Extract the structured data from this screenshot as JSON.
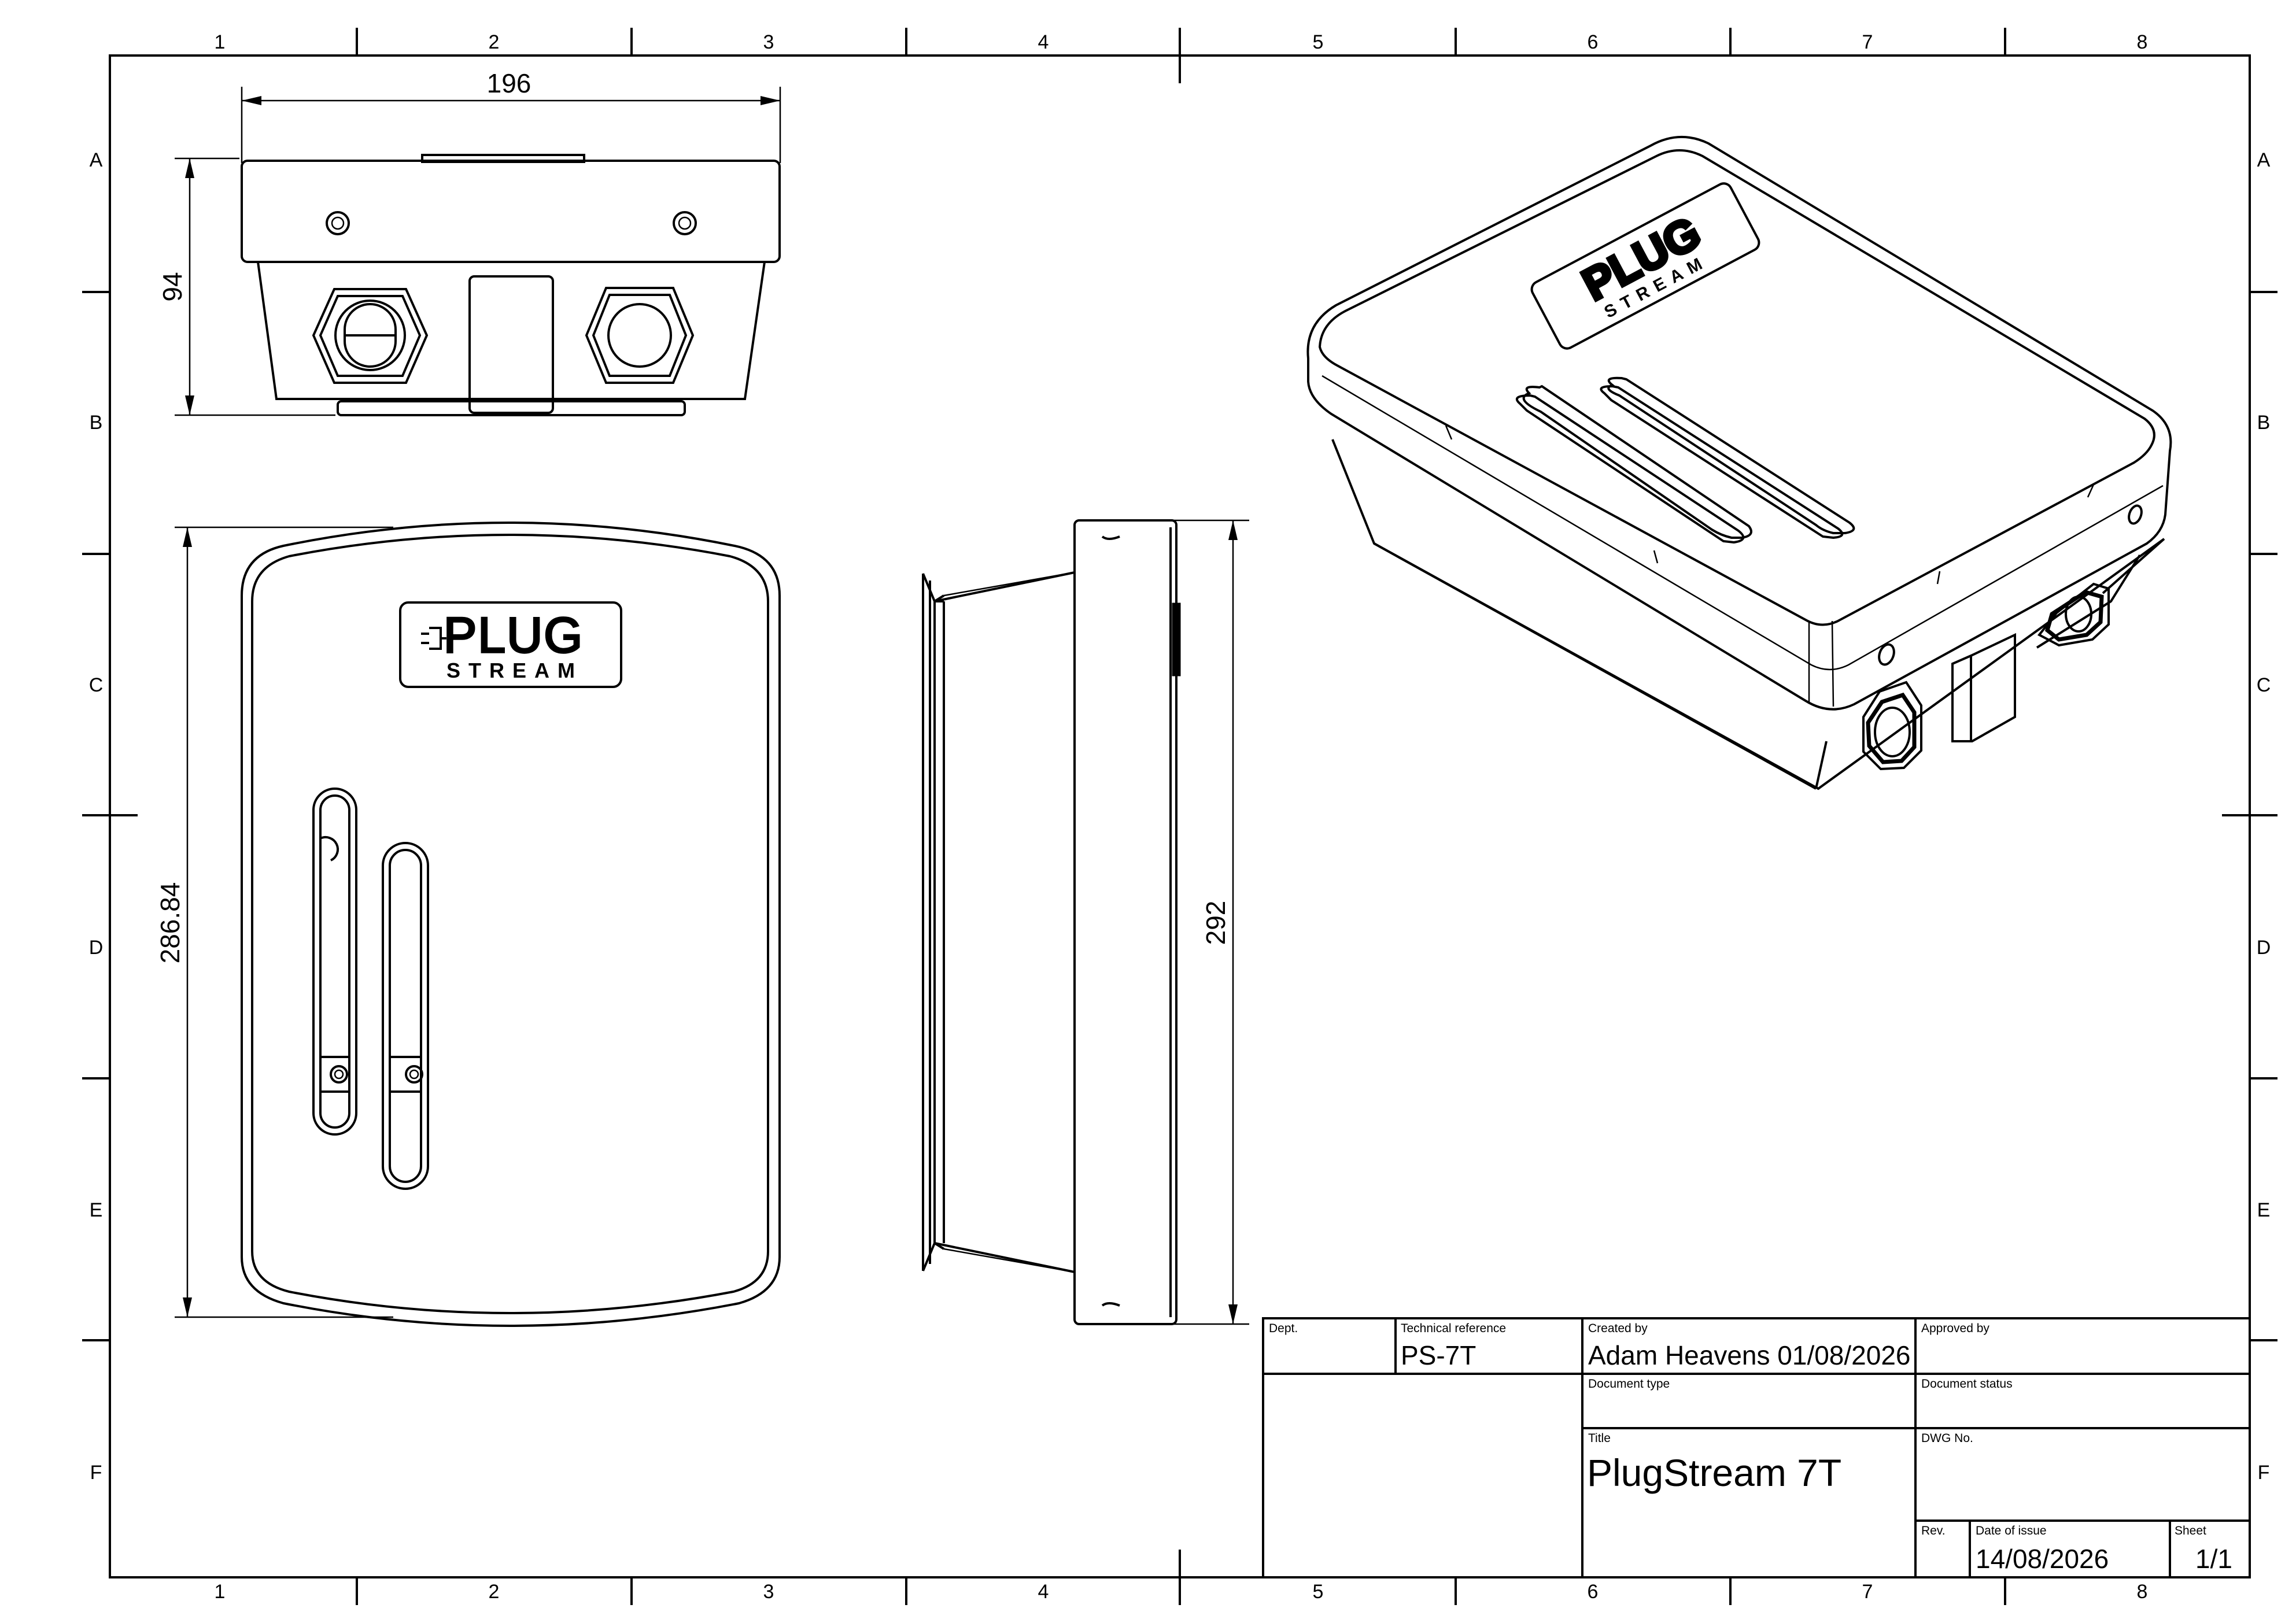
{
  "grid": {
    "columns": [
      "1",
      "2",
      "3",
      "4",
      "5",
      "6",
      "7",
      "8"
    ],
    "rows": [
      "A",
      "B",
      "C",
      "D",
      "E",
      "F"
    ]
  },
  "dimensions": {
    "top_width": "196",
    "top_height": "94",
    "front_height": "286.84",
    "side_height": "292"
  },
  "logo": {
    "line1": "PLUG",
    "line2": "STREAM"
  },
  "title_block": {
    "dept_label": "Dept.",
    "dept_value": "",
    "tech_ref_label": "Technical reference",
    "tech_ref_value": "PS-7T",
    "created_by_label": "Created by",
    "created_by_value": "Adam Heavens 01/08/2026",
    "approved_by_label": "Approved by",
    "approved_by_value": "",
    "doc_type_label": "Document type",
    "doc_type_value": "",
    "doc_status_label": "Document status",
    "doc_status_value": "",
    "title_label": "Title",
    "title_value": "PlugStream 7T",
    "dwg_label": "DWG No.",
    "dwg_value": "",
    "rev_label": "Rev.",
    "rev_value": "",
    "date_label": "Date of issue",
    "date_value": "14/08/2026",
    "sheet_label": "Sheet",
    "sheet_value": "1/1"
  }
}
